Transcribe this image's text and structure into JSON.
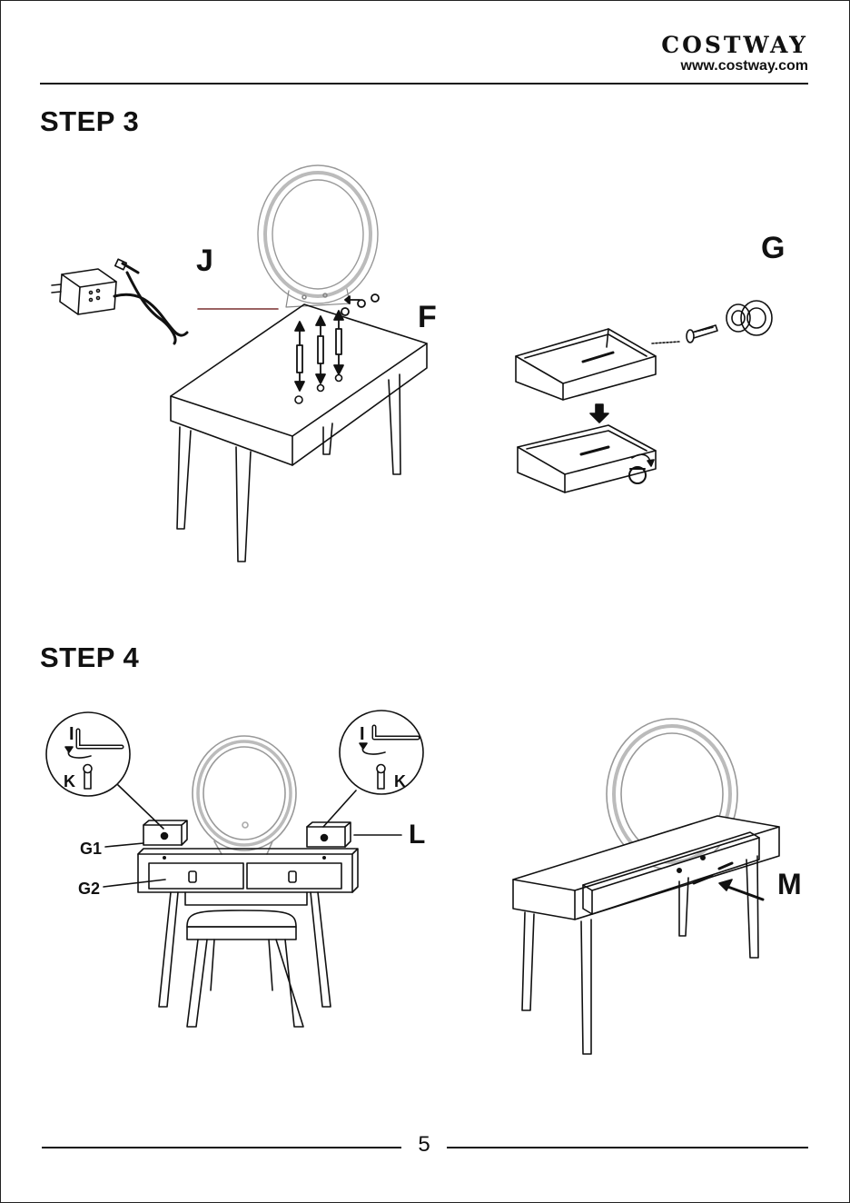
{
  "header": {
    "brand": "COSTWAY",
    "url": "www.costway.com"
  },
  "steps": [
    {
      "title": "STEP 3"
    },
    {
      "title": "STEP 4"
    }
  ],
  "step3": {
    "labels": {
      "J": "J",
      "F": "F",
      "G": "G"
    }
  },
  "step4": {
    "labels": {
      "I_left": "I",
      "K_left": "K",
      "I_right": "I",
      "K_right": "K",
      "L": "L",
      "G1": "G1",
      "G2": "G2",
      "M": "M"
    }
  },
  "footer": {
    "page_number": "5"
  },
  "colors": {
    "line": "#111111",
    "mirror_ring": "#bbbbbb",
    "pointer_line": "#7a2e2e"
  }
}
